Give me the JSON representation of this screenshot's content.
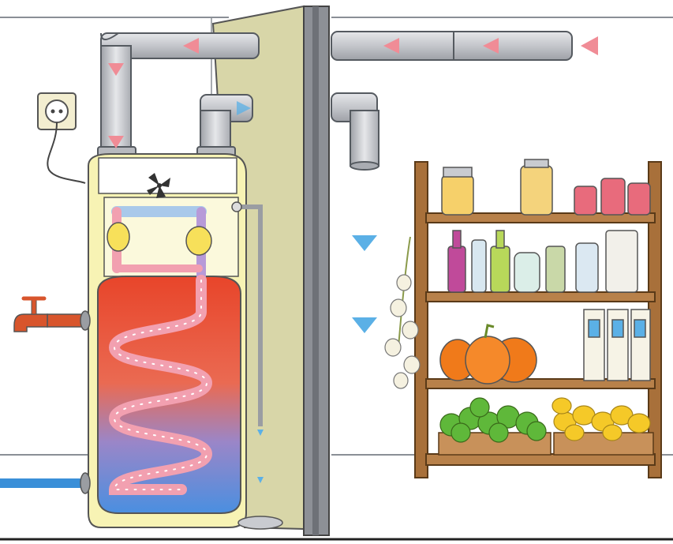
{
  "colors": {
    "background": "#ffffff",
    "wall_line": "#8a8f96",
    "partition_panel": "#d8d6a8",
    "partition_edge": "#7a7a7a",
    "duct": "#c9cbd0",
    "duct_outline": "#555a60",
    "warm_air_arrow": "#f08c96",
    "cool_air_arrow": "#5bb0e6",
    "tank_casing": "#f7f3b4",
    "tank_hot": "#e8452a",
    "tank_cold": "#4a8fe0",
    "coil": "#f2a0b0",
    "water_pipe": "#3a8fd8",
    "faucet": "#d8552c",
    "shelf_wood": "#a8703a",
    "pumpkin": "#f07a1a",
    "apple": "#5fb83a",
    "lemon": "#f5c928"
  },
  "icons": {
    "socket": "wall-socket-icon",
    "fan": "fan-icon",
    "faucet": "faucet-icon",
    "garlic": "garlic-icon",
    "pumpkin": "pumpkin-icon"
  },
  "counts": {
    "jars_top_shelf": 5,
    "bottles_middle_shelf": 7,
    "cartons": 3,
    "apples": 9,
    "lemons": 8
  }
}
